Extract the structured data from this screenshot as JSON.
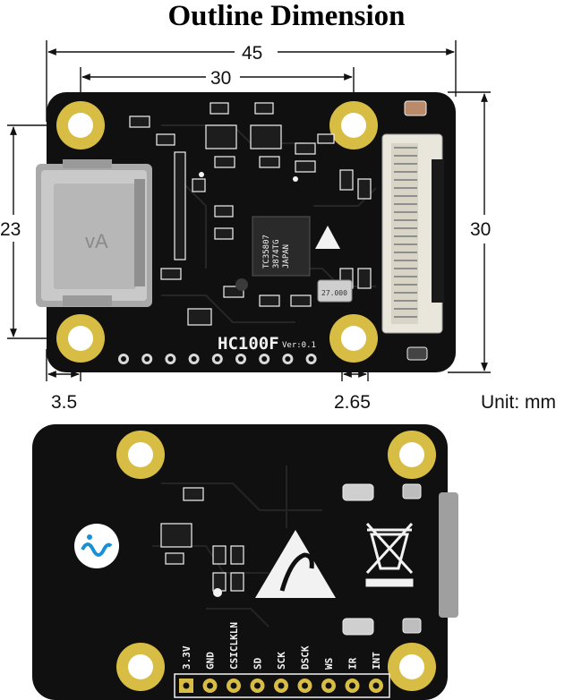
{
  "title": "Outline Dimension",
  "dimensions": {
    "overall_width": "45",
    "hole_spacing_horizontal": "30",
    "hole_spacing_vertical": "23",
    "overall_height": "30",
    "left_offset": "3.5",
    "right_offset": "2.65",
    "unit": "Unit: mm"
  },
  "front_board": {
    "model": "HC100F",
    "version": "Ver:0.1",
    "chip_text": [
      "TC35807",
      "3874TG",
      "JAPAN"
    ],
    "crystal_text": "27.000",
    "connector_text": "vA"
  },
  "back_board": {
    "pin_labels": [
      "3.3V",
      "GND",
      "CSICLKLN",
      "SD",
      "SCK",
      "DSCK",
      "WS",
      "IR",
      "INT"
    ]
  },
  "colors": {
    "pcb": "#101010",
    "gold": "#d8bd45",
    "silkscreen": "#f2f2f2",
    "logo_blue": "#1a8fd6"
  }
}
